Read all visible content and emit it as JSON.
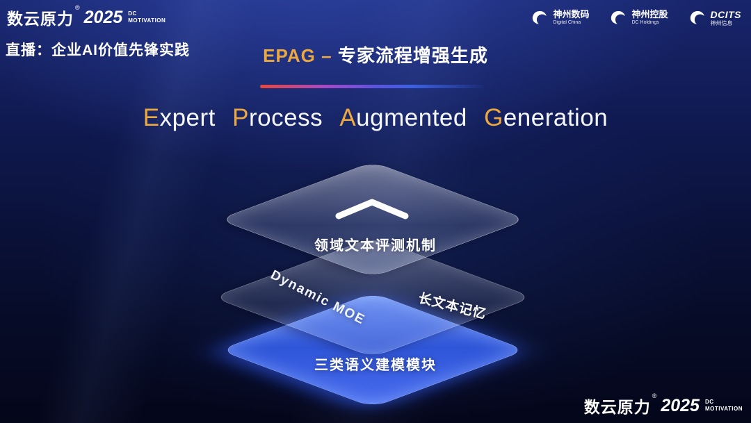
{
  "brand": {
    "name": "数云原力",
    "reg": "®",
    "year": "2025",
    "sub_line1": "DC",
    "sub_line2": "MOTIVATION"
  },
  "header": {
    "live_banner": "直播：企业AI价值先锋实践",
    "title_accent": "EPAG",
    "title_dash": "–",
    "title_zh": "专家流程增强生成",
    "partners": [
      {
        "line1": "神州数码",
        "line2": "Digital China"
      },
      {
        "line1": "神州控股",
        "line2": "DC Holdings"
      },
      {
        "line1": "DCITS",
        "line2": "神州信息"
      }
    ]
  },
  "hero": {
    "words": [
      {
        "initial": "E",
        "rest": "xpert"
      },
      {
        "initial": "P",
        "rest": "rocess"
      },
      {
        "initial": "A",
        "rest": "ugmented"
      },
      {
        "initial": "G",
        "rest": "eneration"
      }
    ]
  },
  "diagram": {
    "layer_top_label": "领域文本评测机制",
    "layer_mid_label_left": "Dynamic MOE",
    "layer_mid_label_right": "长文本记忆",
    "layer_bottom_label": "三类语义建模模块"
  },
  "colors": {
    "accent_gold": "#edа93f",
    "underline_red": "#e6483d",
    "underline_violet": "#a14ac8",
    "underline_blue": "#3d5fe0",
    "layer_blue": "#3f63e8",
    "background_top": "#18256b",
    "background_bottom": "#04061a"
  }
}
